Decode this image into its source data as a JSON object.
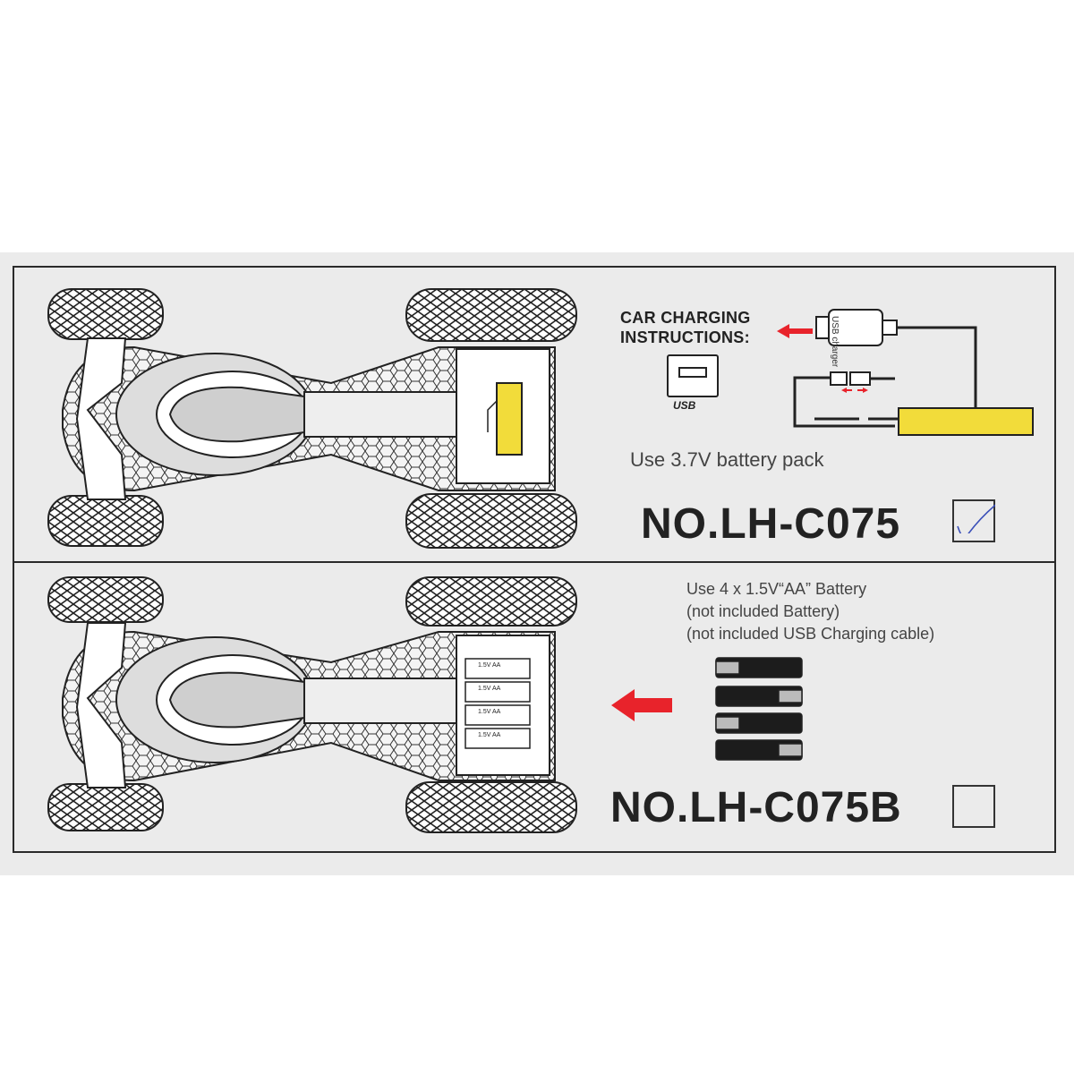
{
  "charging": {
    "title_line1": "CAR CHARGING",
    "title_line2": "INSTRUCTIONS:",
    "usb_port_label": "USB",
    "usb_charger_label": "USB charger",
    "battery_note": "Use 3.7V battery pack"
  },
  "model_a": {
    "name": "NO.LH-C075",
    "checked": true
  },
  "model_b": {
    "name": "NO.LH-C075B",
    "checked": false,
    "notes": [
      "Use 4 x 1.5V“AA” Battery",
      "(not included Battery)",
      "(not included USB Charging cable)"
    ],
    "compartment_labels": [
      "1.5V AA",
      "1.5V AA",
      "1.5V AA",
      "1.5V AA"
    ]
  },
  "colors": {
    "battery_pack": "#f2dc3a",
    "arrow": "#e8232b",
    "checkmark": "#3a4fb8",
    "line": "#2a2a2a"
  }
}
